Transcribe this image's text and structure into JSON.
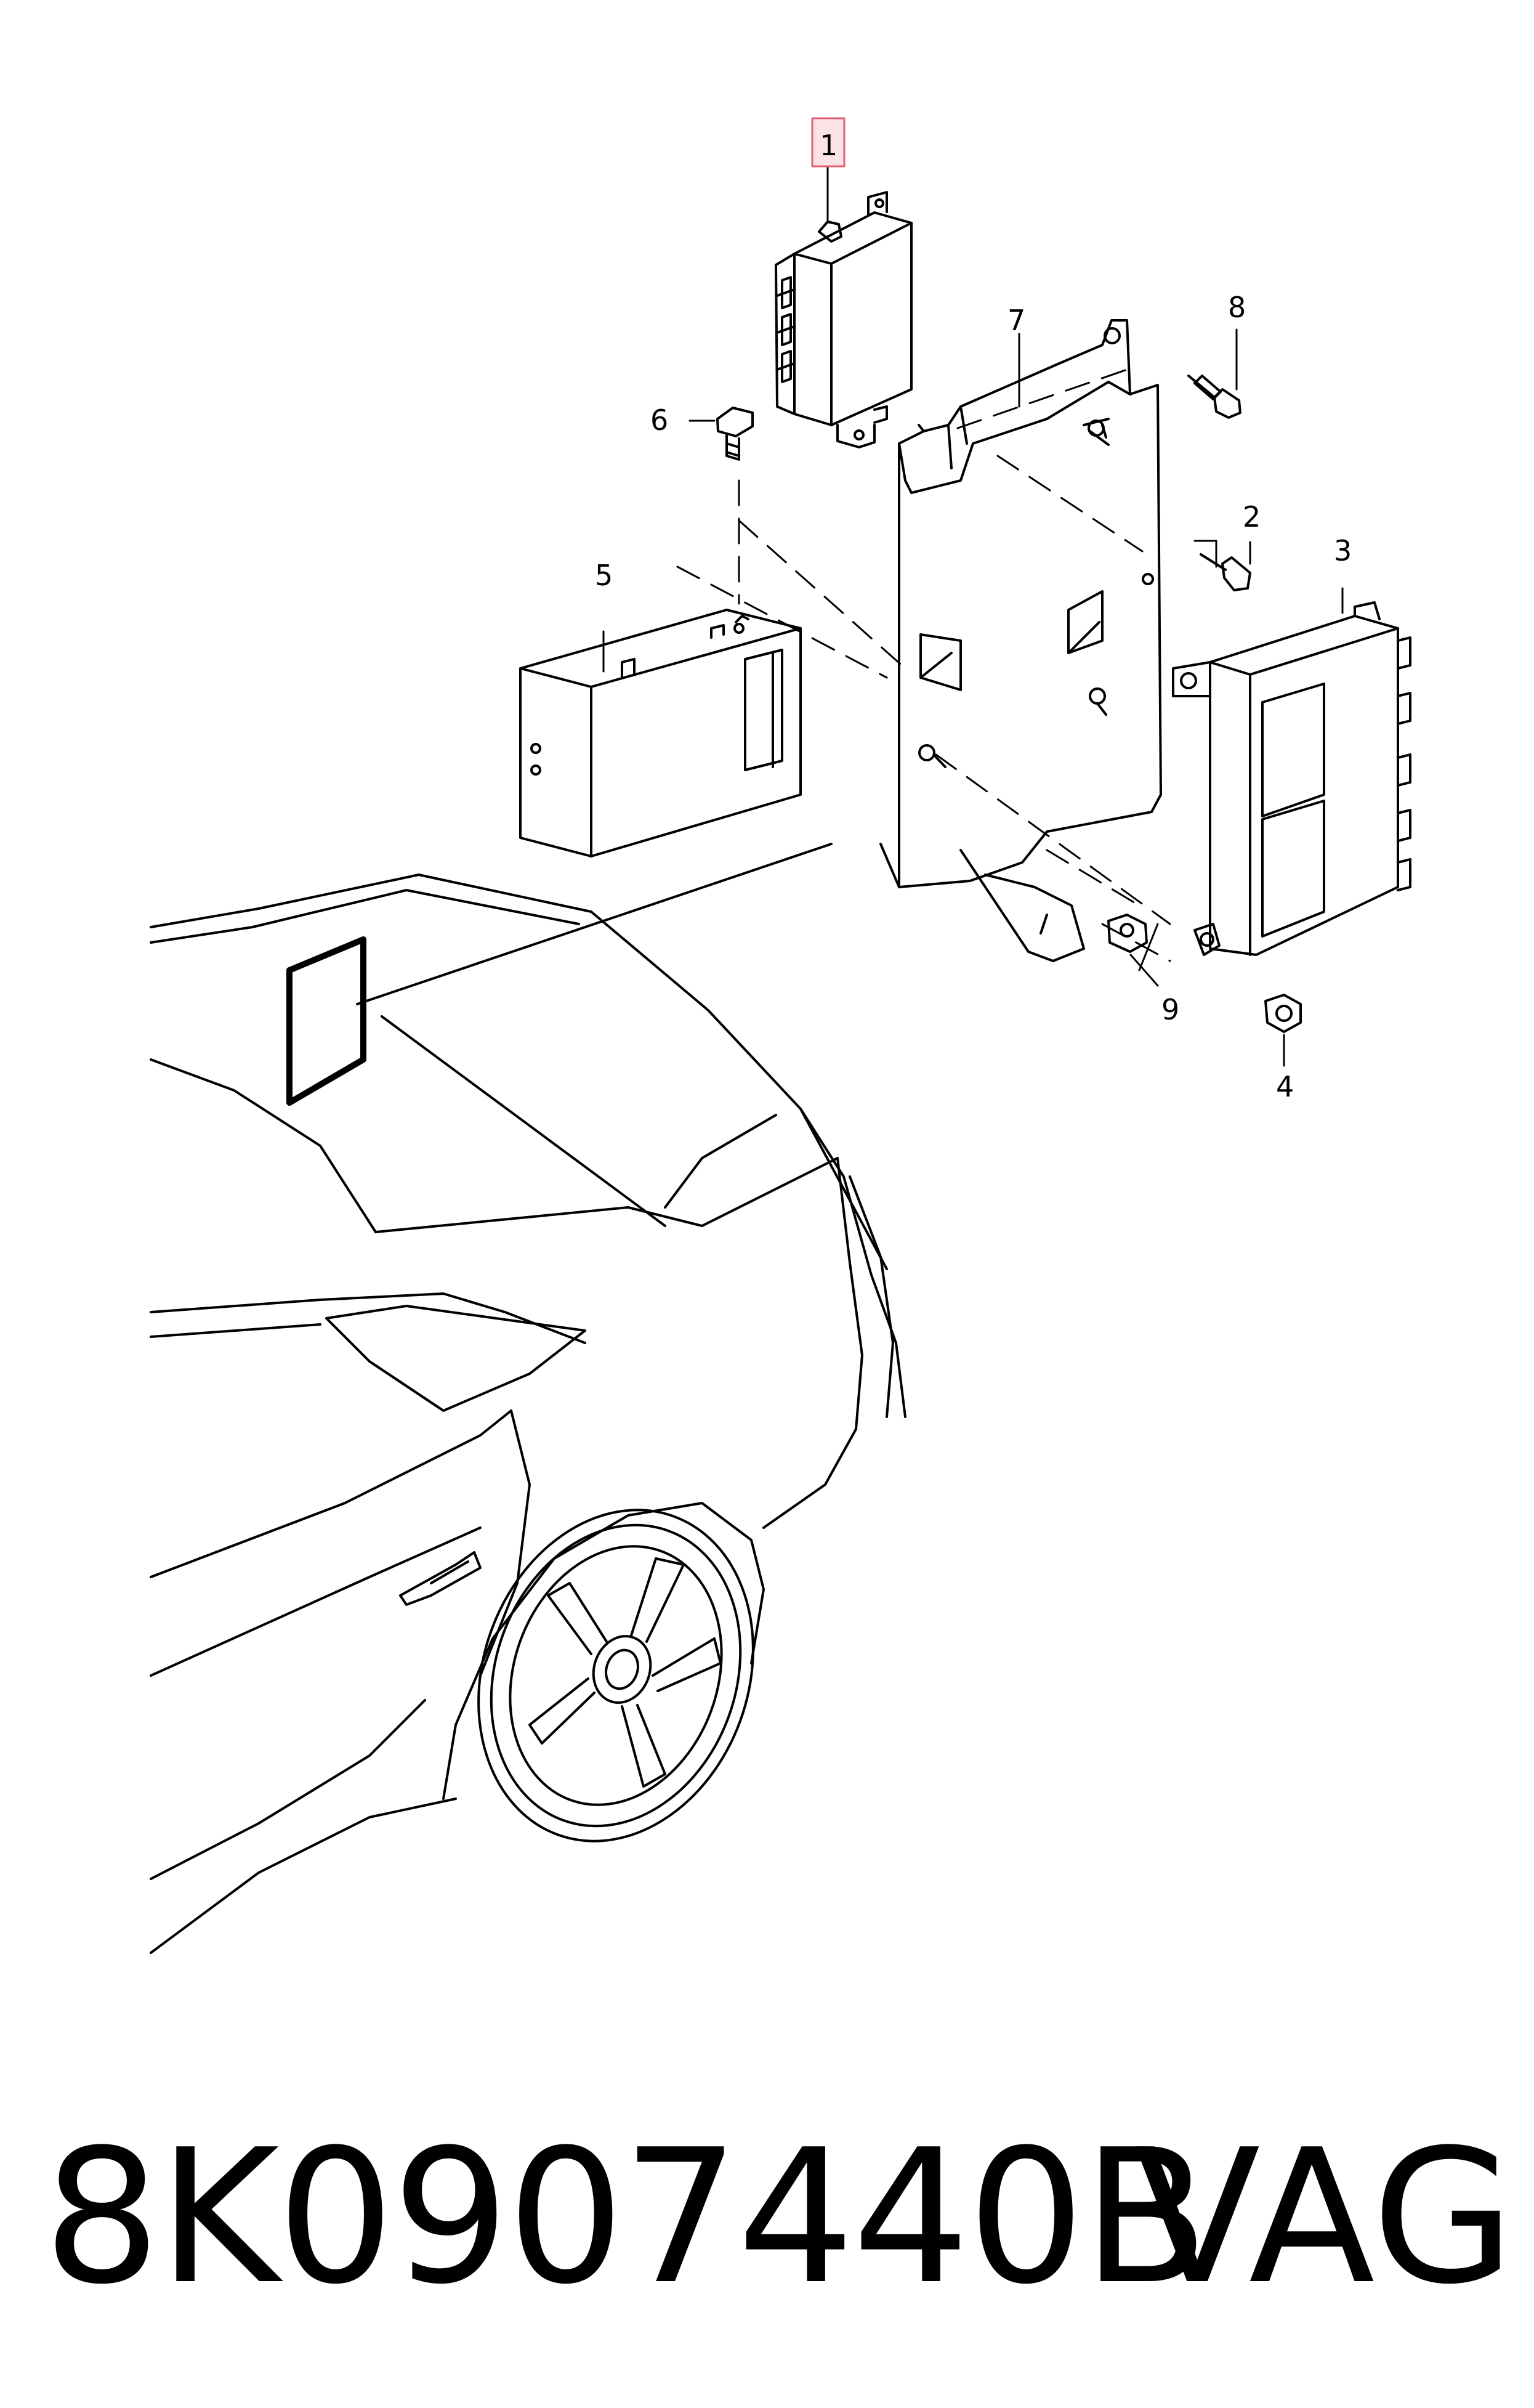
{
  "diagram": {
    "callouts": [
      {
        "id": "1",
        "label": "1",
        "highlighted": true
      },
      {
        "id": "2",
        "label": "2"
      },
      {
        "id": "3",
        "label": "3"
      },
      {
        "id": "4",
        "label": "4"
      },
      {
        "id": "5",
        "label": "5"
      },
      {
        "id": "6",
        "label": "6"
      },
      {
        "id": "7",
        "label": "7"
      },
      {
        "id": "8",
        "label": "8"
      },
      {
        "id": "9",
        "label": "9"
      }
    ],
    "highlight_color": "#e06070",
    "highlight_fill": "#fbe3e6",
    "line_color": "#000000"
  },
  "caption": {
    "part_code": "8K0907440B",
    "brand": "VAG"
  }
}
